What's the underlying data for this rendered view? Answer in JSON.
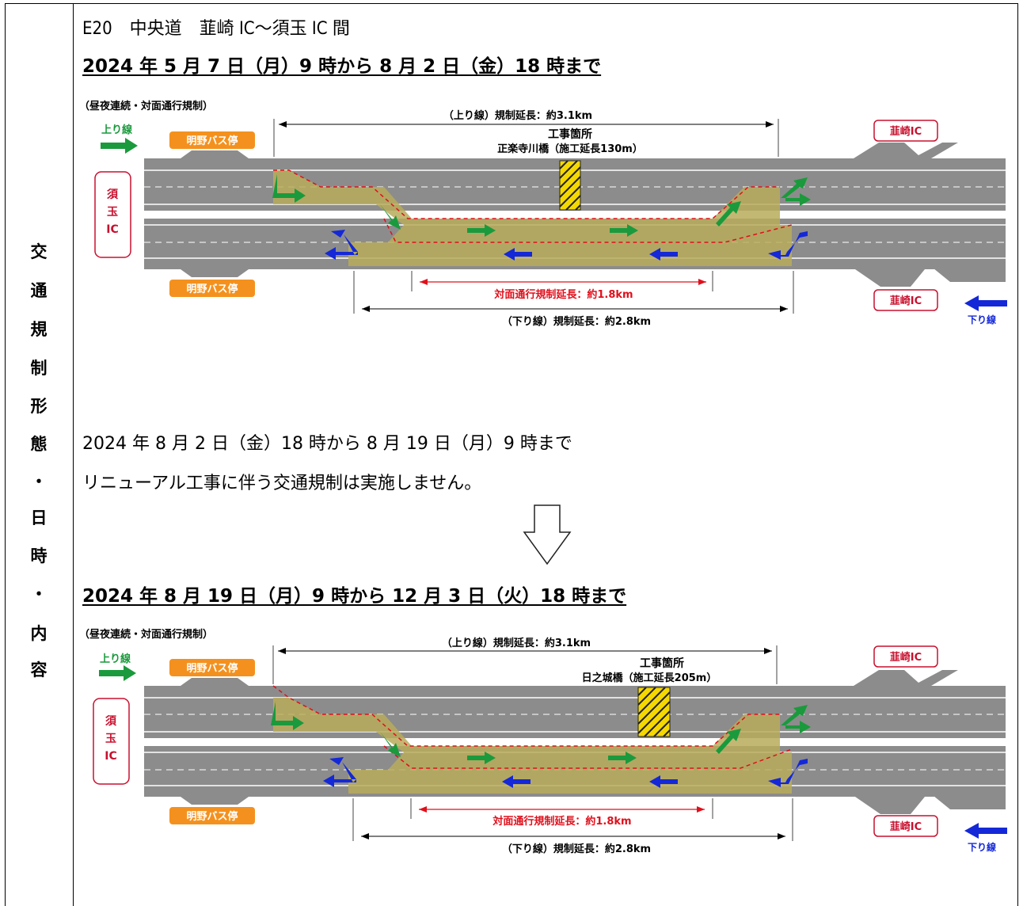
{
  "side_label": [
    "交",
    "通",
    "規",
    "制",
    "形",
    "態",
    "・",
    "日",
    "時",
    "・",
    "内",
    "容"
  ],
  "header": {
    "route": "E20　中央道　韮崎 IC～須玉 IC 間"
  },
  "period1": {
    "title": "2024 年 5 月 7 日（月）9 時から 8 月 2 日（金）18 時まで",
    "diagram": {
      "regulation_type": "（昼夜連続・対面通行規制）",
      "up_line": "上り線",
      "down_line": "下り線",
      "bus_stop_top": "明野バス停",
      "bus_stop_bottom": "明野バス停",
      "ic_left": "須\n玉\nIC",
      "ic_left_lines": [
        "須",
        "玉",
        "IC"
      ],
      "ic_right_top": "韮崎IC",
      "ic_right_bottom": "韮崎IC",
      "up_length": "（上り線）規制延長：約3.1km",
      "work_site_label": "工事箇所",
      "work_site_bridge": "正楽寺川橋（施工延長130m）",
      "face_to_face_length": "対面通行規制延長：約1.8km",
      "down_length": "（下り線）規制延長：約2.8km"
    }
  },
  "no_regulation": {
    "line1": "2024 年 8 月 2 日（金）18 時から 8 月 19 日（月）9 時まで",
    "line2": "リニューアル工事に伴う交通規制は実施しません。"
  },
  "period2": {
    "title": "2024 年 8 月 19 日（月）9 時から 12 月 3 日（火）18 時まで",
    "diagram": {
      "regulation_type": "（昼夜連続・対面通行規制）",
      "up_line": "上り線",
      "down_line": "下り線",
      "bus_stop_top": "明野バス停",
      "bus_stop_bottom": "明野バス停",
      "ic_left_lines": [
        "須",
        "玉",
        "IC"
      ],
      "ic_right_top": "韮崎IC",
      "ic_right_bottom": "韮崎IC",
      "up_length": "（上り線）規制延長：約3.1km",
      "work_site_label": "工事箇所",
      "work_site_bridge": "日之城橋（施工延長205m）",
      "face_to_face_length": "対面通行規制延長：約1.8km",
      "down_length": "（下り線）規制延長：約2.8km"
    }
  },
  "colors": {
    "road": "#8c8c8c",
    "zone": "#b8ac5a",
    "green_arrow": "#1a9a3c",
    "blue_arrow": "#1428d8",
    "bus_stop": "#f4911e",
    "ic_red": "#c8102e",
    "reg_red": "#e0101c"
  }
}
